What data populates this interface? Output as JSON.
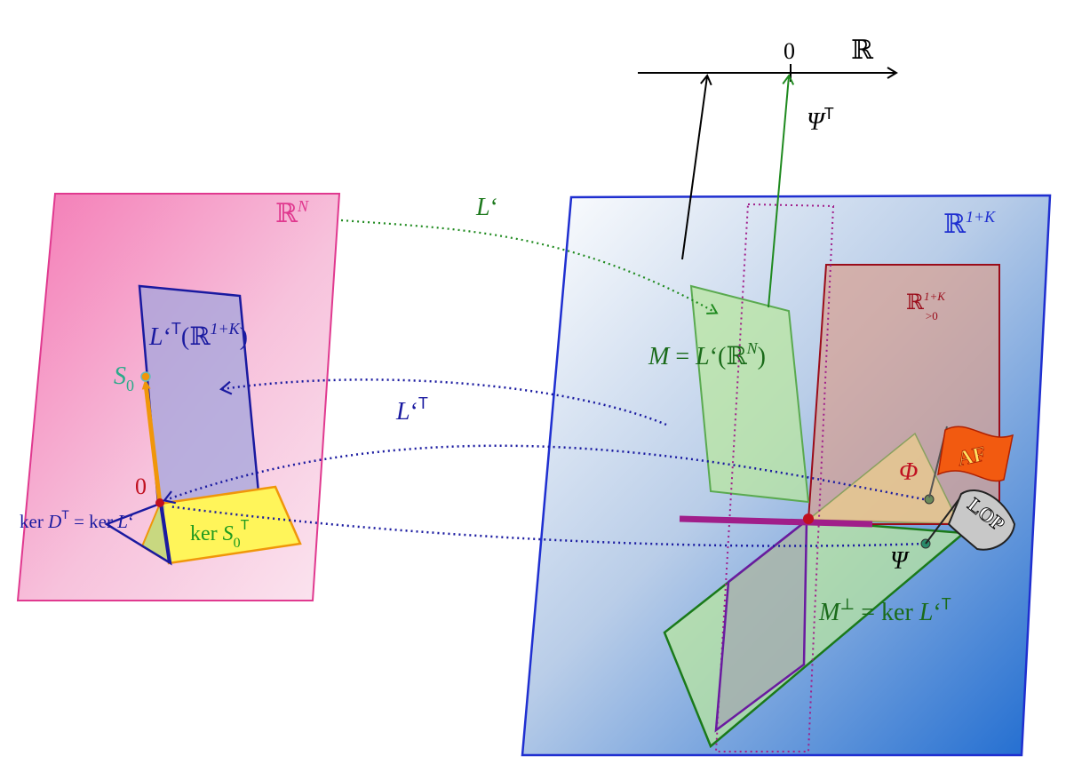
{
  "colors": {
    "pink_plane": "#e0398f",
    "blue_plane": "#1f2fd0",
    "green_text": "#1f7a1f",
    "dark_green": "#1a6b1a",
    "navy": "#1a1aa0",
    "dark_red": "#9a0c1a",
    "orange": "#f0960a",
    "purple": "#a01e8a",
    "yellow": "#fff55a"
  },
  "axis": {
    "zero": "0",
    "reals": "ℝ"
  },
  "left_plane": {
    "space": "ℝ",
    "space_sup": "N",
    "image_label_a": "L",
    "image_label_b": "‘",
    "image_label_c": "T",
    "image_label_d": "(ℝ",
    "image_label_e": "1+K",
    "image_label_f": ")",
    "s0": "S",
    "s0_sub": "0",
    "origin": "0",
    "ker_d_a": "ker ",
    "ker_d_b": "D",
    "ker_d_c": "T",
    "ker_d_d": " = ker ",
    "ker_d_e": "L",
    "ker_d_f": "‘",
    "ker_s0_a": "ker ",
    "ker_s0_b": "S",
    "ker_s0_c": "0",
    "ker_s0_d": "T"
  },
  "maps": {
    "l_prime": "L",
    "prime": "‘",
    "l_prime_t": "L",
    "prime_t": "‘",
    "t": "T",
    "psi_t": "Ψ",
    "psi_t_sup": "T"
  },
  "right_plane": {
    "space": "ℝ",
    "space_sup": "1+K",
    "positive_orthant": "ℝ",
    "positive_orthant_sup": "1+K",
    "positive_orthant_sub": ">0",
    "m_a": "M",
    "m_b": " = ",
    "m_c": "L",
    "m_d": "‘",
    "m_e": "(ℝ",
    "m_f": "N",
    "m_g": ")",
    "phi": "Φ",
    "psi": "Ψ",
    "m_perp_a": "M",
    "m_perp_b": "⊥",
    "m_perp_c": " = ker ",
    "m_perp_d": "L",
    "m_perp_e": "‘",
    "m_perp_f": "T"
  },
  "flags": {
    "af": "AF",
    "lop": "LOP"
  }
}
